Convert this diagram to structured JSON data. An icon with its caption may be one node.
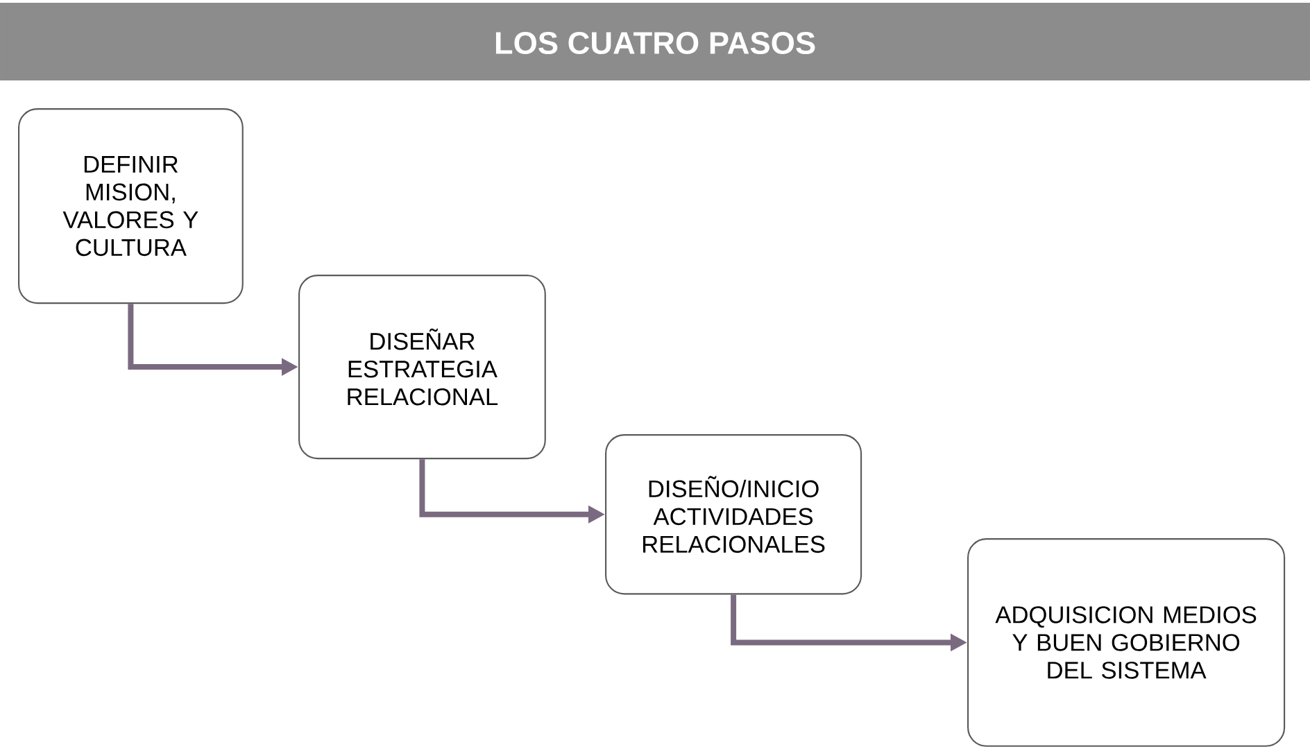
{
  "diagram": {
    "title": "LOS CUATRO PASOS",
    "nodes": [
      {
        "text": [
          "DEFINIR MISION, VALORES Y CULTURA"
        ]
      },
      {
        "text": [
          "DISEÑAR ESTRATEGIA RELACIONAL"
        ]
      },
      {
        "text": [
          "DISEÑO/INICIO ACTIVIDADES RELACIONALES"
        ]
      },
      {
        "text": [
          "ADQUISICION MEDIOS Y BUEN GOBIERNO DEL SISTEMA"
        ]
      }
    ],
    "edges": [
      {
        "from": 0,
        "to": 1,
        "arrow": "to"
      },
      {
        "from": 1,
        "to": 2,
        "arrow": "to"
      },
      {
        "from": 2,
        "to": 3,
        "arrow": "to"
      }
    ]
  }
}
